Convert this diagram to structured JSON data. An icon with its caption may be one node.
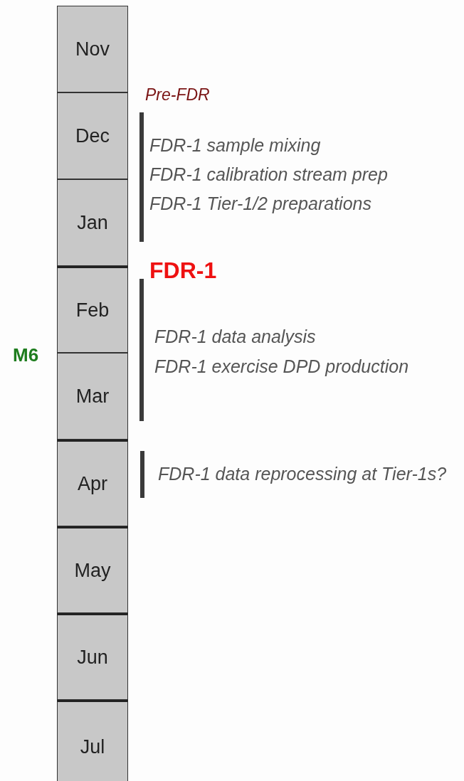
{
  "diagram": {
    "nodes": [
      {
        "text": [
          "Nov"
        ]
      },
      {
        "text": [
          "Dec"
        ]
      },
      {
        "text": [
          "Jan"
        ]
      },
      {
        "text": [
          "Feb"
        ]
      },
      {
        "text": [
          "Mar"
        ]
      },
      {
        "text": [
          "Apr"
        ]
      },
      {
        "text": [
          "May"
        ]
      },
      {
        "text": [
          "Jun"
        ]
      },
      {
        "text": [
          "Jul"
        ]
      }
    ],
    "labels": [
      "M6",
      "Pre-FDR",
      "FDR-1 sample mixing",
      "FDR-1 calibration stream prep",
      "FDR-1 Tier-1/2 preparations",
      "FDR-1",
      "FDR-1 data analysis",
      "FDR-1 exercise DPD production",
      "FDR-1 data reprocessing at Tier-1s?"
    ]
  }
}
